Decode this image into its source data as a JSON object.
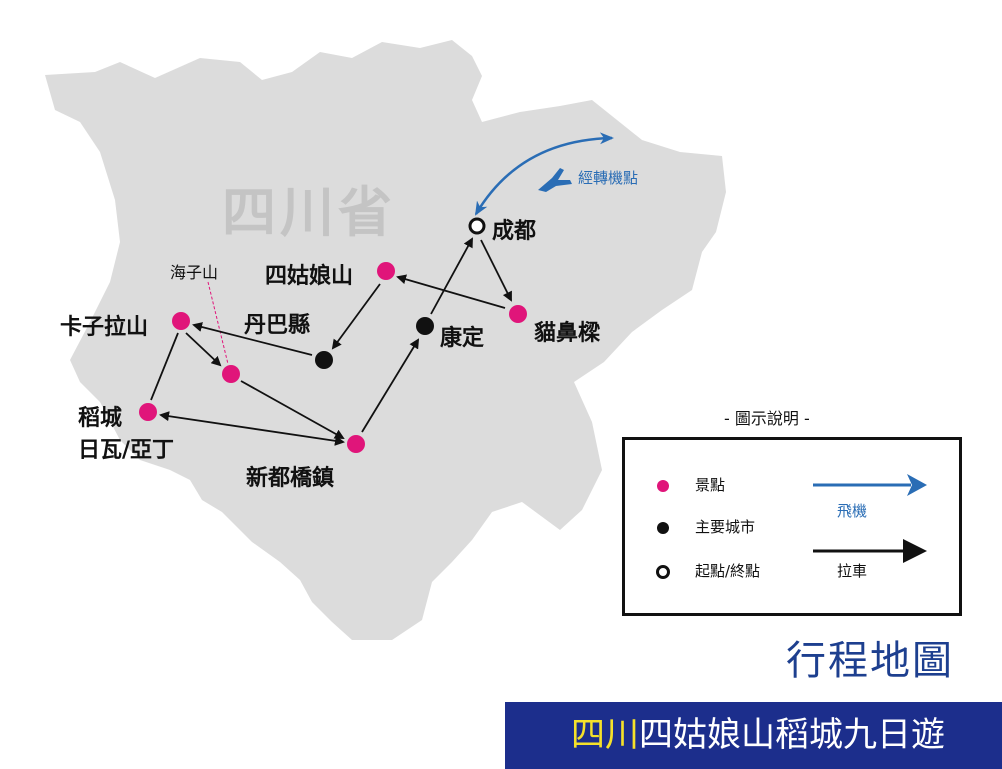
{
  "province_label": "四川省",
  "transfer_label": "經轉機點",
  "places": {
    "chengdu": "成都",
    "siguniangshan": "四姑娘山",
    "danba": "丹巴縣",
    "kangding": "康定",
    "maobiliang": "貓鼻樑",
    "kazilashan": "卡子拉山",
    "haizishan": "海子山",
    "daocheng": "稻城",
    "riwa_yading": "日瓦/亞丁",
    "xinduqiao": "新都橋鎮"
  },
  "legend": {
    "title": "- 圖示說明 -",
    "scenic": "景點",
    "city": "主要城市",
    "start_end": "起點/終點",
    "flight": "飛機",
    "drive": "拉車"
  },
  "map_title": "行程地圖",
  "banner": {
    "highlight": "四川",
    "rest": "四姑娘山稻城九日遊"
  },
  "colors": {
    "scenic": "#e0157a",
    "city": "#111111",
    "flight": "#2a6db5",
    "land": "#dcdcdc",
    "banner": "#1c2e8c",
    "highlight": "#f5e12a"
  }
}
